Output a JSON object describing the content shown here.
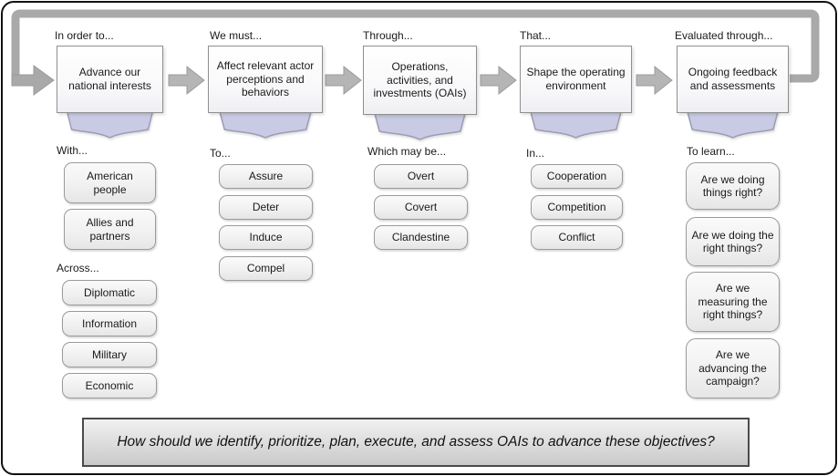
{
  "columns": [
    {
      "header": "In order to...",
      "box": "Advance our national interests",
      "sections": [
        {
          "label": "With...",
          "items": [
            "American people",
            "Allies and partners"
          ]
        },
        {
          "label": "Across...",
          "items": [
            "Diplomatic",
            "Information",
            "Military",
            "Economic"
          ]
        }
      ]
    },
    {
      "header": "We must...",
      "box": "Affect relevant actor perceptions and behaviors",
      "sections": [
        {
          "label": "To...",
          "items": [
            "Assure",
            "Deter",
            "Induce",
            "Compel"
          ]
        }
      ]
    },
    {
      "header": "Through...",
      "box": "Operations, activities, and investments (OAIs)",
      "sections": [
        {
          "label": "Which may be...",
          "items": [
            "Overt",
            "Covert",
            "Clandestine"
          ]
        }
      ]
    },
    {
      "header": "That...",
      "box": "Shape the operating environment",
      "sections": [
        {
          "label": "In...",
          "items": [
            "Cooperation",
            "Competition",
            "Conflict"
          ]
        }
      ]
    },
    {
      "header": "Evaluated through...",
      "box": "Ongoing feedback and assessments",
      "sections": [
        {
          "label": "To learn...",
          "items": [
            "Are we doing things right?",
            "Are we doing the right things?",
            "Are we measuring the right things?",
            "Are we advancing the campaign?"
          ]
        }
      ]
    }
  ],
  "bottom_question": "How should we identify, prioritize, plan, execute, and assess OAIs to advance these objectives?",
  "colors": {
    "banner_fill": "#c9cae3",
    "banner_border": "#9c9cb5",
    "arrow_fill": "#b5b5b5",
    "arrow_border": "#9b9b9b",
    "loop_gray": "#a9a9a9"
  }
}
